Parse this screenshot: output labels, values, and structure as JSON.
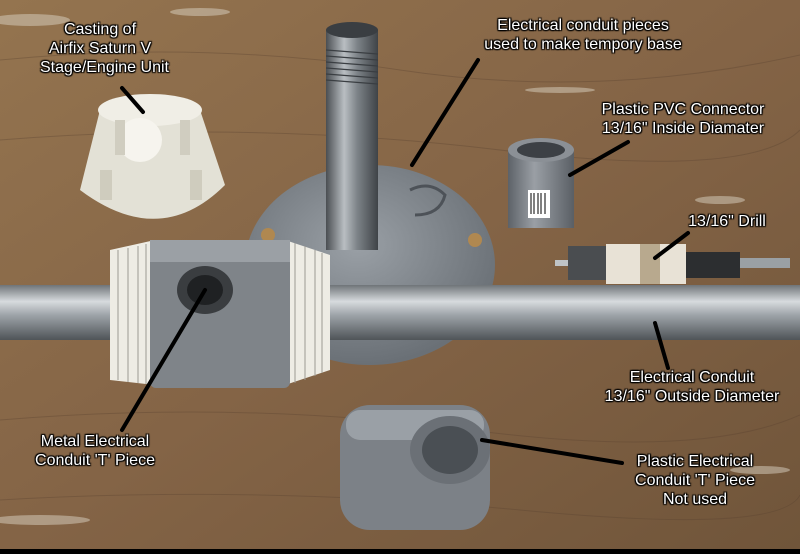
{
  "annotations": {
    "casting": [
      "Casting of",
      "Airfix Saturn V",
      "Stage/Engine Unit"
    ],
    "conduit_pieces": [
      "Electrical conduit pieces",
      "used to make tempory base"
    ],
    "pvc_connector": [
      "Plastic PVC Connector",
      "13/16\" Inside Diamater"
    ],
    "drill": [
      "13/16\" Drill"
    ],
    "conduit": [
      "Electrical Conduit",
      "13/16\" Outside Diameter"
    ],
    "metal_t": [
      "Metal Electrical",
      "Conduit 'T' Piece"
    ],
    "plastic_t": [
      "Plastic Electrical",
      "Conduit 'T' Piece",
      "Not used"
    ]
  },
  "colors": {
    "wood": "#8a6a4a",
    "wood_dark": "#6e5238",
    "metal": "#8e9499",
    "pvc_gray": "#7d8288",
    "plastic_white": "#e8e6dc",
    "leader": "#000000",
    "label_text": "#ffffff"
  }
}
